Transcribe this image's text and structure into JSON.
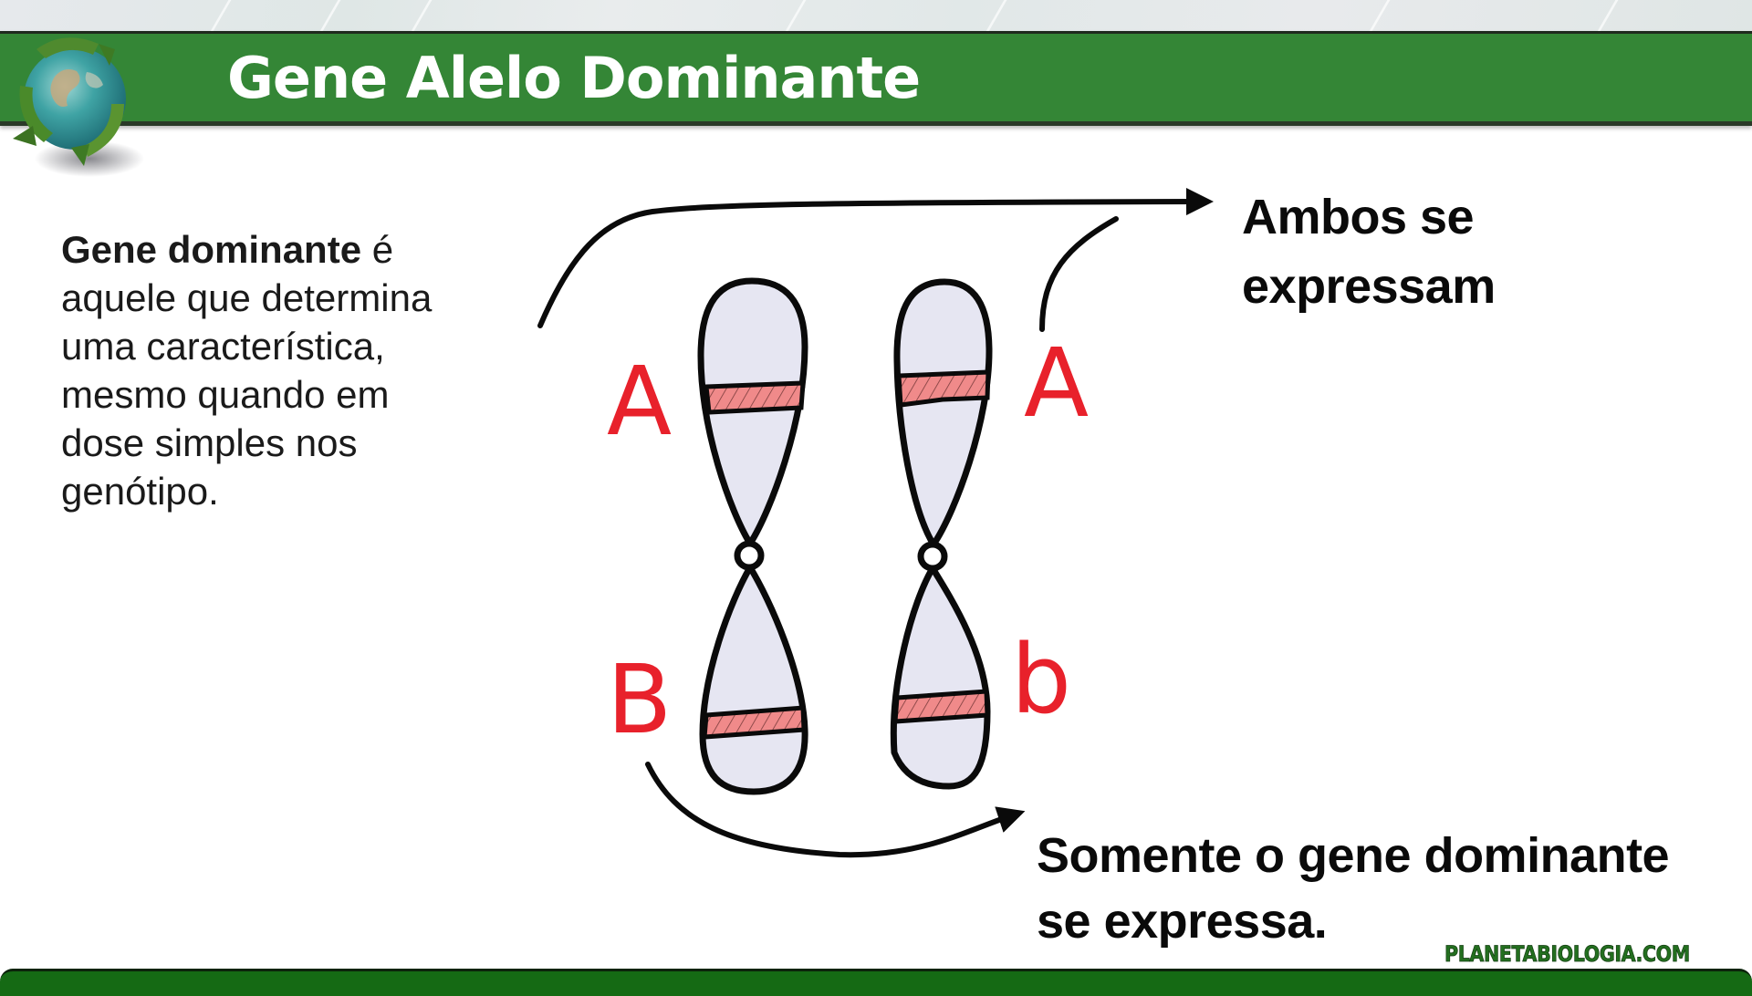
{
  "slide": {
    "title": "Gene Alelo Dominante",
    "logo_icon": "recycling-globe-icon",
    "colors": {
      "header_green": "#348636",
      "footer_green": "#156a14",
      "allele_red": "#e8212b",
      "band_pink": "#f08a8a",
      "chromosome_fill": "#e6e6f2"
    }
  },
  "definition": {
    "term": "Gene dominante",
    "rest_first_line": " é",
    "lines": [
      "aquele que determina",
      "uma característica,",
      "mesmo quando em",
      "dose simples nos",
      "genótipo."
    ]
  },
  "diagram": {
    "alleles": {
      "top_left": "A",
      "top_right": "A",
      "bottom_left": "B",
      "bottom_right": "b"
    },
    "callout_top": {
      "line1": "Ambos se",
      "line2": "expressam"
    },
    "callout_bottom": {
      "line1": "Somente o gene dominante",
      "line2": "se expressa."
    }
  },
  "footer": {
    "watermark": "PLANETABIOLOGIA.COM"
  }
}
